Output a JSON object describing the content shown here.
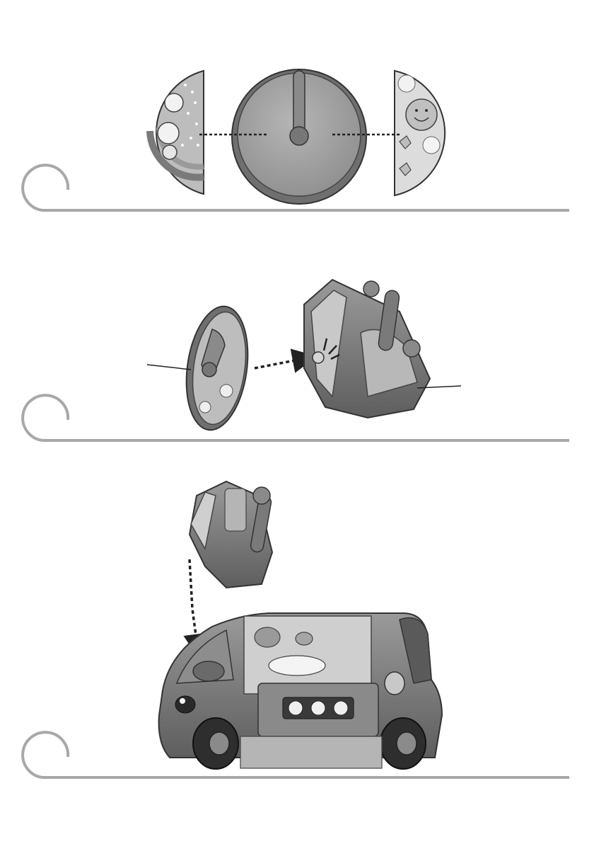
{
  "steps": [
    {
      "number": "",
      "illustration": "steering-wheel-sticker-application"
    },
    {
      "number": "",
      "illustration": "attach-wheel-to-dashboard"
    },
    {
      "number": "",
      "illustration": "insert-dashboard-into-car"
    }
  ],
  "colors": {
    "rule": "#a8a8a8",
    "outline": "#333333",
    "toy_dark": "#6f6f6f",
    "toy_mid": "#a9a9a9",
    "toy_light": "#d6d6d6"
  },
  "icons": [
    "snap-click-icon",
    "dashed-arrow-icon"
  ]
}
